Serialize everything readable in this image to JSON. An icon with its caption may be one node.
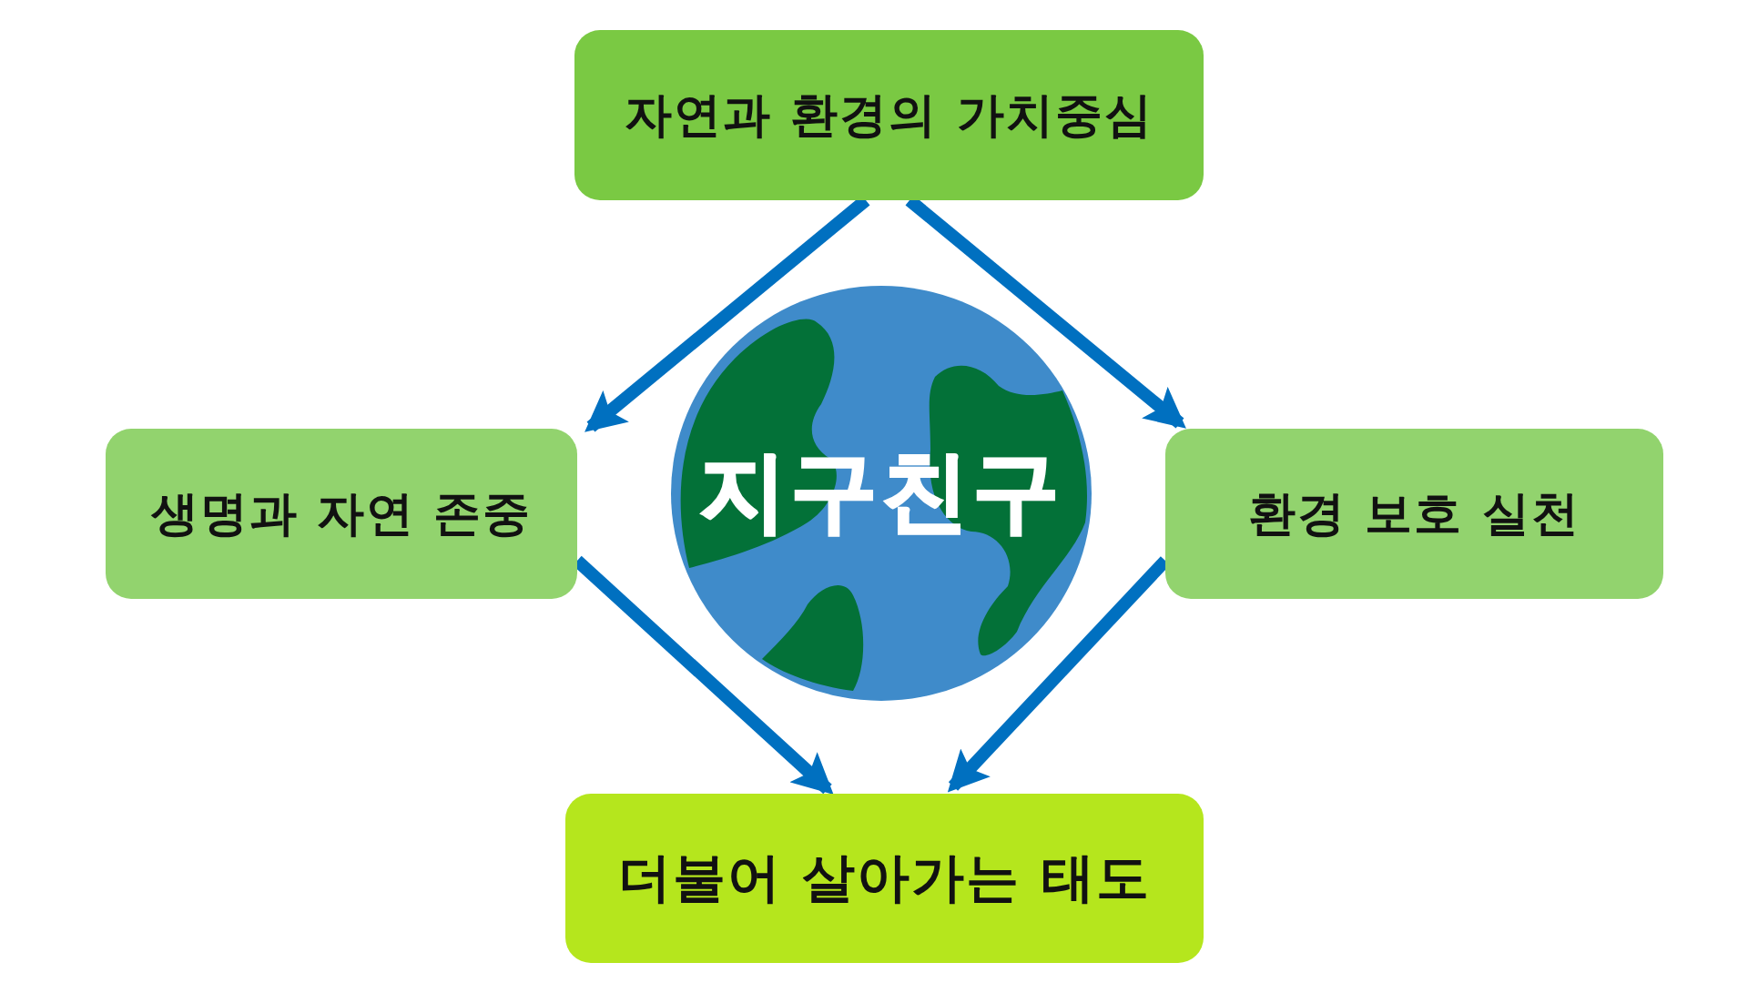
{
  "diagram": {
    "nodes": [
      {
        "text": [
          "자연과 환경의 가치중심"
        ]
      },
      {
        "text": [
          "생명과 자연 존중"
        ]
      },
      {
        "text": [
          "지구친구"
        ]
      },
      {
        "text": [
          "환경 보호 실천"
        ]
      },
      {
        "text": [
          "더불어 살아가는 태도"
        ]
      }
    ],
    "edges": [
      {
        "from": 0,
        "to": 1,
        "arrow": "to",
        "color": "#0070c0"
      },
      {
        "from": 0,
        "to": 3,
        "arrow": "to",
        "color": "#0070c0"
      },
      {
        "from": 1,
        "to": 4,
        "arrow": "to",
        "color": "#0070c0"
      },
      {
        "from": 3,
        "to": 4,
        "arrow": "to",
        "color": "#0070c0"
      }
    ]
  }
}
